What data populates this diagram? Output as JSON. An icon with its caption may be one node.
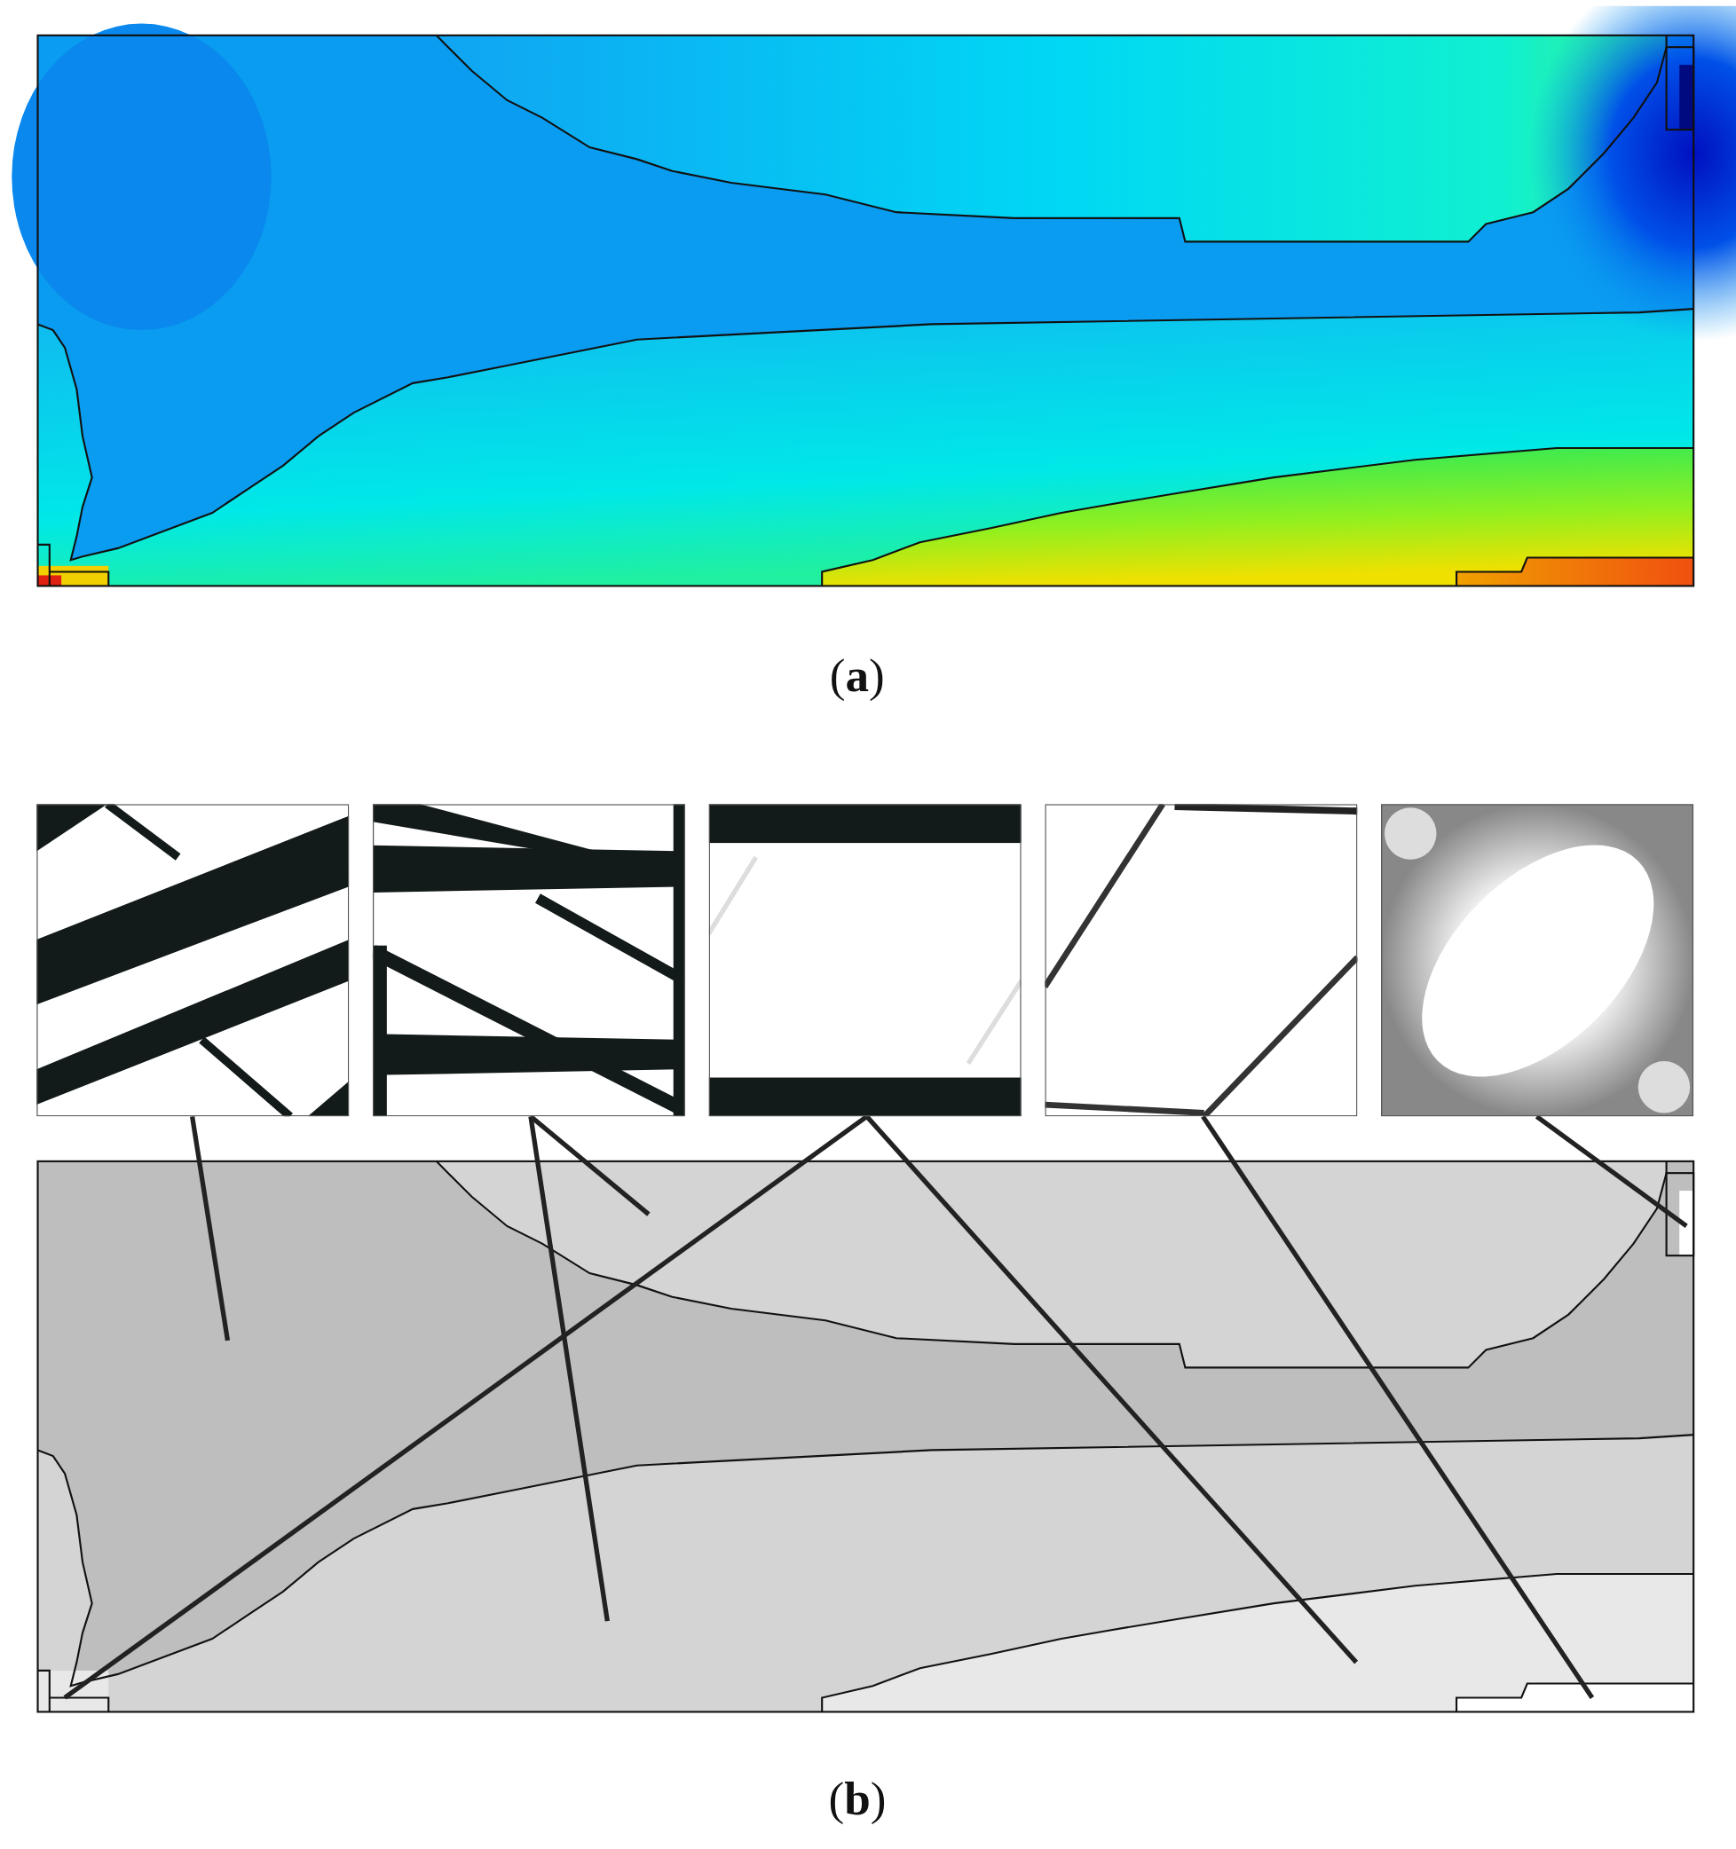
{
  "diagram": {
    "nodes": [
      {
        "text": [],
        "shape": "picture"
      },
      {
        "text": [],
        "shape": "picture"
      },
      {
        "text": [],
        "shape": "picture"
      },
      {
        "text": [],
        "shape": "picture"
      },
      {
        "text": [],
        "shape": "picture"
      }
    ],
    "edges": [
      {
        "from": 0,
        "to": null,
        "arrow": "none"
      },
      {
        "from": 1,
        "to": null,
        "arrow": "none"
      },
      {
        "from": 1,
        "to": null,
        "arrow": "none"
      },
      {
        "from": 2,
        "to": null,
        "arrow": "none"
      },
      {
        "from": 2,
        "to": null,
        "arrow": "none"
      },
      {
        "from": 3,
        "to": null,
        "arrow": "none"
      },
      {
        "from": 4,
        "to": null,
        "arrow": "none"
      }
    ],
    "labels": [
      "(**a**)",
      "(**b**)"
    ]
  }
}
